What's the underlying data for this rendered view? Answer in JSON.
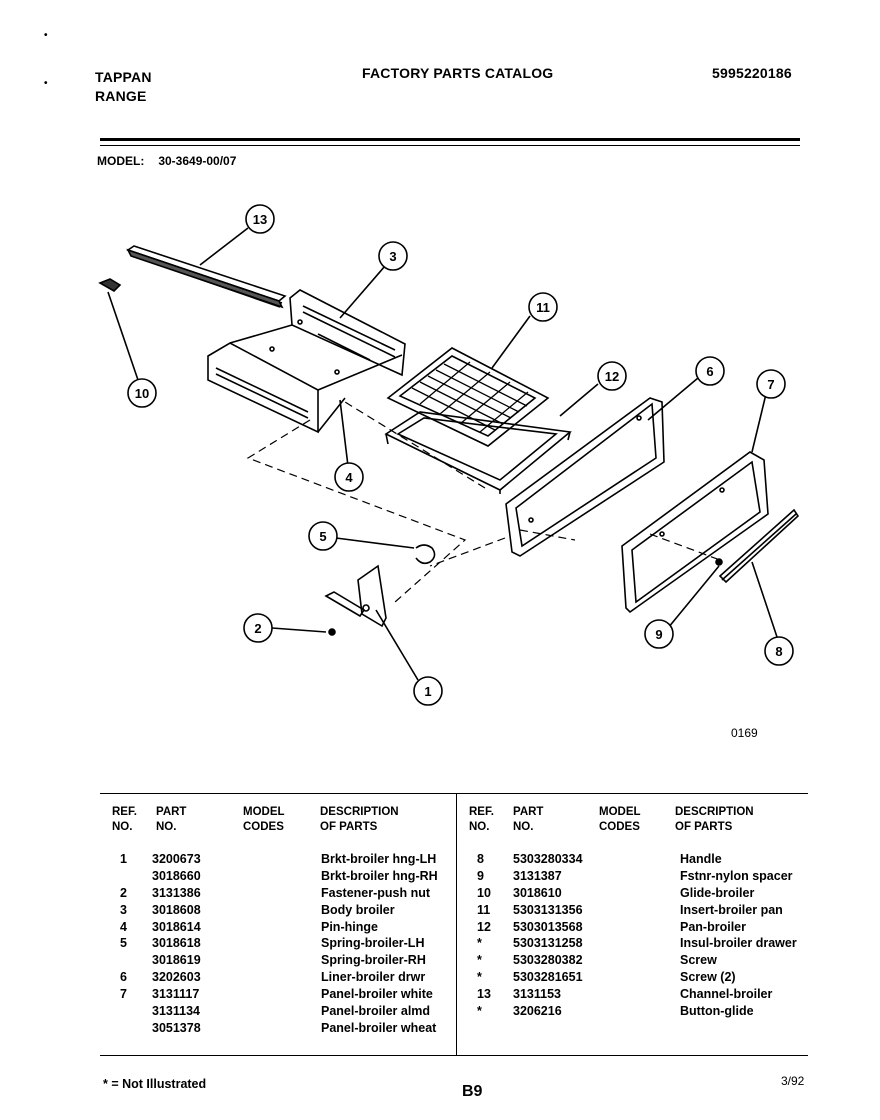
{
  "header": {
    "brand_line1": "TAPPAN",
    "brand_line2": "RANGE",
    "catalog_title": "FACTORY PARTS CATALOG",
    "catalog_number": "5995220186"
  },
  "model": {
    "label": "MODEL:",
    "value": "30-3649-00/07"
  },
  "diagram": {
    "callouts": [
      "13",
      "3",
      "10",
      "11",
      "12",
      "6",
      "7",
      "4",
      "5",
      "2",
      "1",
      "9",
      "8"
    ],
    "figure_code": "0169"
  },
  "table": {
    "columns_left": {
      "ref": [
        "REF.",
        "NO."
      ],
      "part": [
        "PART",
        "NO."
      ],
      "model": [
        "MODEL",
        "CODES"
      ],
      "desc": [
        "DESCRIPTION",
        "OF PARTS"
      ]
    },
    "columns_right": {
      "ref": [
        "REF.",
        "NO."
      ],
      "part": [
        "PART",
        "NO."
      ],
      "model": [
        "MODEL",
        "CODES"
      ],
      "desc": [
        "DESCRIPTION",
        "OF PARTS"
      ]
    },
    "rows_left": [
      {
        "ref": "1",
        "part": "3200673",
        "model": "",
        "desc": "Brkt-broiler hng-LH"
      },
      {
        "ref": "",
        "part": "3018660",
        "model": "",
        "desc": "Brkt-broiler hng-RH"
      },
      {
        "ref": "2",
        "part": "3131386",
        "model": "",
        "desc": "Fastener-push nut"
      },
      {
        "ref": "3",
        "part": "3018608",
        "model": "",
        "desc": "Body broiler"
      },
      {
        "ref": "4",
        "part": "3018614",
        "model": "",
        "desc": "Pin-hinge"
      },
      {
        "ref": "5",
        "part": "3018618",
        "model": "",
        "desc": "Spring-broiler-LH"
      },
      {
        "ref": "",
        "part": "3018619",
        "model": "",
        "desc": "Spring-broiler-RH"
      },
      {
        "ref": "6",
        "part": "3202603",
        "model": "",
        "desc": "Liner-broiler drwr"
      },
      {
        "ref": "7",
        "part": "3131117",
        "model": "",
        "desc": "Panel-broiler white"
      },
      {
        "ref": "",
        "part": "3131134",
        "model": "",
        "desc": "Panel-broiler almd"
      },
      {
        "ref": "",
        "part": "3051378",
        "model": "",
        "desc": "Panel-broiler wheat"
      }
    ],
    "rows_right": [
      {
        "ref": "8",
        "part": "5303280334",
        "model": "",
        "desc": "Handle"
      },
      {
        "ref": "9",
        "part": "3131387",
        "model": "",
        "desc": "Fstnr-nylon spacer"
      },
      {
        "ref": "10",
        "part": "3018610",
        "model": "",
        "desc": "Glide-broiler"
      },
      {
        "ref": "11",
        "part": "5303131356",
        "model": "",
        "desc": "Insert-broiler pan"
      },
      {
        "ref": "12",
        "part": "5303013568",
        "model": "",
        "desc": "Pan-broiler"
      },
      {
        "ref": "*",
        "part": "5303131258",
        "model": "",
        "desc": "Insul-broiler drawer"
      },
      {
        "ref": "*",
        "part": "5303280382",
        "model": "",
        "desc": "Screw"
      },
      {
        "ref": "*",
        "part": "5303281651",
        "model": "",
        "desc": "Screw (2)"
      },
      {
        "ref": "13",
        "part": "3131153",
        "model": "",
        "desc": "Channel-broiler"
      },
      {
        "ref": "*",
        "part": "3206216",
        "model": "",
        "desc": "Button-glide"
      }
    ]
  },
  "footer": {
    "note": "* = Not Illustrated",
    "page": "B9",
    "date": "3/92"
  }
}
